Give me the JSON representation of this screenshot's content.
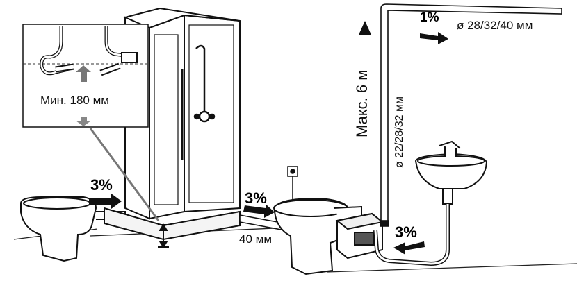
{
  "inset": {
    "min_label": "Мин. 180 мм"
  },
  "slopes": {
    "bidet": "3%",
    "toilet": "3%",
    "return": "3%",
    "top": "1%"
  },
  "dimensions": {
    "floor_pipe": "40 мм",
    "max_height": "Макс. 6 м",
    "riser_diameter": "ø 22/28/32 мм",
    "top_diameter": "ø 28/32/40 мм"
  }
}
